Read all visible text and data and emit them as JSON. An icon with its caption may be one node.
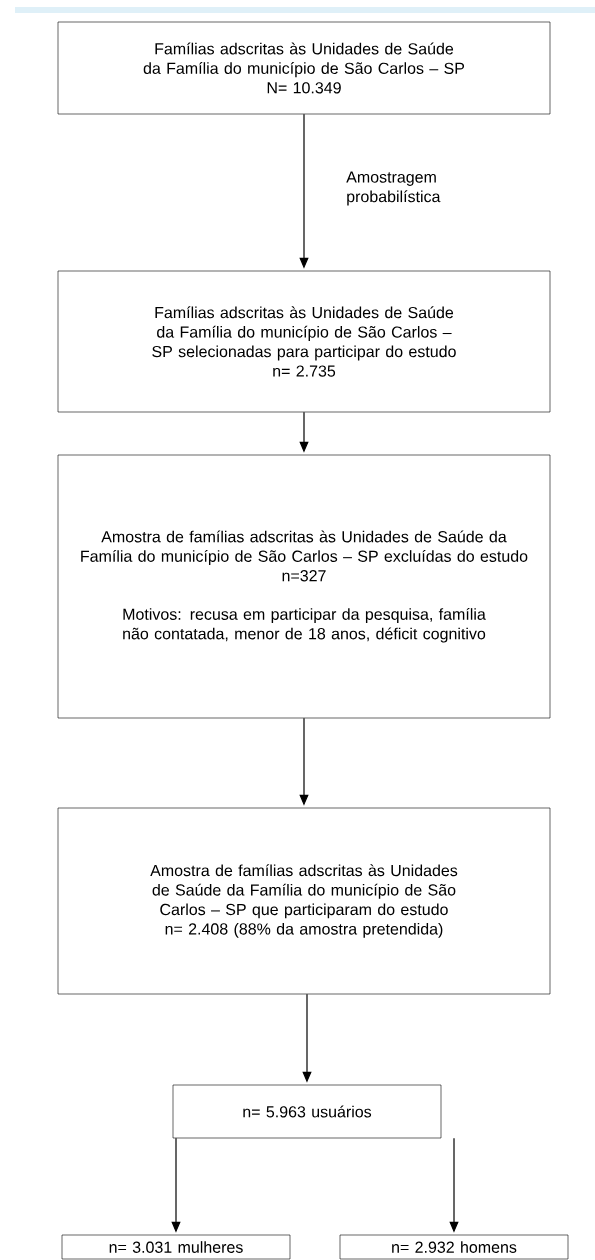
{
  "diagram": {
    "nodes": [
      {
        "text": [
          "Famílias adscritas às Unidades de Saúde da Família do município de São Carlos – SP",
          "N= 10.349"
        ]
      },
      {
        "text": [
          "Famílias adscritas às Unidades de Saúde da Família do município de São Carlos – SP selecionadas para participar do estudo",
          "n= 2.735"
        ]
      },
      {
        "text": [
          "Amostra de famílias adscritas às Unidades de Saúde da Família do município de São Carlos – SP excluídas do estudo",
          "n=327",
          "Motivos: recusa em participar da pesquisa, família não contatada, menor de 18 anos, déficit cognitivo"
        ]
      },
      {
        "text": [
          "Amostra de famílias adscritas às Unidades de Saúde da Família do município de São Carlos – SP que participaram do estudo",
          "n= 2.408 (88% da amostra pretendida)"
        ]
      },
      {
        "text": [
          "n= 5.963 usuários"
        ]
      },
      {
        "text": [
          "n= 3.031 mulheres"
        ]
      },
      {
        "text": [
          "n= 2.932 homens"
        ]
      }
    ],
    "edges": [
      {
        "from": 0,
        "to": 1,
        "arrow": "to",
        "label": "Amostragem probabilística"
      },
      {
        "from": 1,
        "to": 2,
        "arrow": "to"
      },
      {
        "from": 2,
        "to": 3,
        "arrow": "to"
      },
      {
        "from": 3,
        "to": 4,
        "arrow": "to"
      },
      {
        "from": 4,
        "to": 5,
        "arrow": "to"
      },
      {
        "from": 4,
        "to": 6,
        "arrow": "to"
      }
    ]
  }
}
